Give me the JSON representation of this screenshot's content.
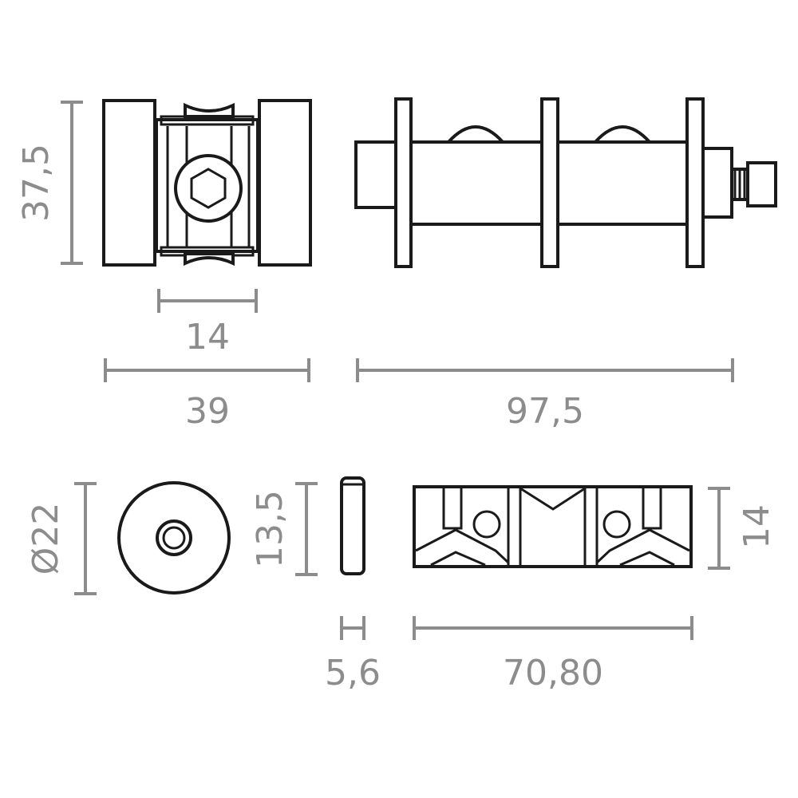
{
  "dimensions": {
    "holder_height": "37,5",
    "gap_width": "14",
    "holder_width": "39",
    "rod_length": "97,5",
    "disc_diameter": "Ø22",
    "pin_height": "13,5",
    "pin_width": "5,6",
    "block_length": "70,80",
    "block_height": "14"
  },
  "colors": {
    "part_stroke": "#1a1a1a",
    "dimension": "#8c8c8c",
    "background": "#ffffff"
  }
}
